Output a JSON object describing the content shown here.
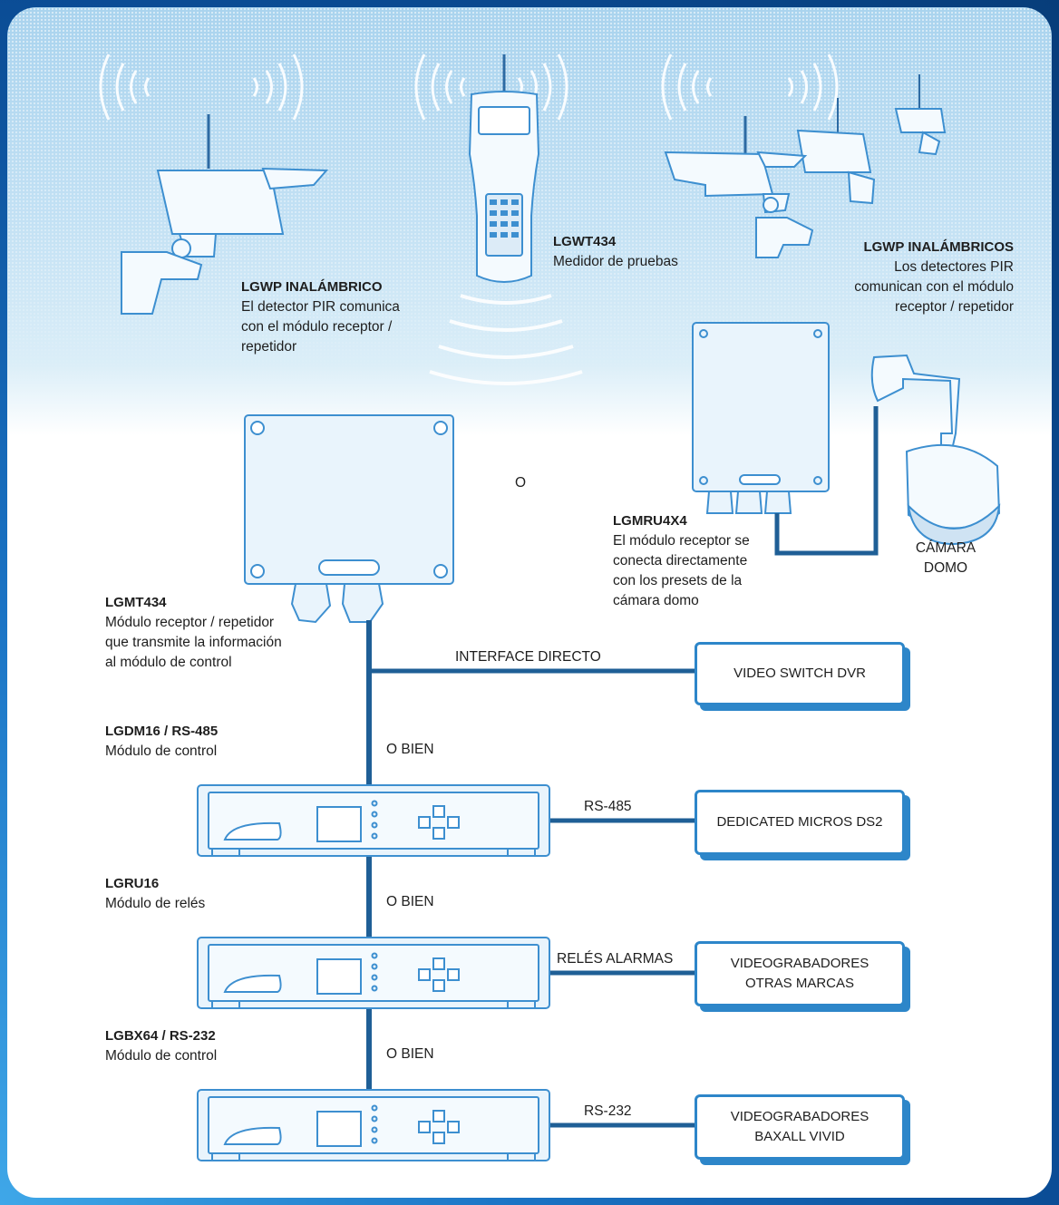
{
  "devices": {
    "lgwp_single": {
      "title": "LGWP INALÁMBRICO",
      "text": "El detector PIR comunica\ncon el módulo receptor /\nrepetidor"
    },
    "lgwt434": {
      "title": "LGWT434",
      "text": "Medidor de pruebas"
    },
    "lgwp_multi": {
      "title": "LGWP INALÁMBRICOS",
      "text": "Los detectores PIR\ncomunican con el módulo\nreceptor / repetidor"
    },
    "lgmru4x4": {
      "title": "LGMRU4X4",
      "text": "El módulo receptor se\nconecta directamente\ncon los presets de la\ncámara domo"
    },
    "camara": {
      "text": "CÁMARA\nDOMO"
    },
    "lgmt434": {
      "title": "LGMT434",
      "text": "Módulo receptor / repetidor\nque transmite la información\nal módulo de control"
    },
    "lgdm16": {
      "title": "LGDM16 / RS-485",
      "text": "Módulo de control"
    },
    "lgru16": {
      "title": "LGRU16",
      "text": "Módulo de relés"
    },
    "lgbx64": {
      "title": "LGBX64 / RS-232",
      "text": "Módulo de control"
    }
  },
  "or_label": "O",
  "o_bien": [
    "O BIEN",
    "O BIEN",
    "O BIEN"
  ],
  "connections": [
    {
      "wire": "INTERFACE DIRECTO",
      "target": "VIDEO SWITCH DVR"
    },
    {
      "wire": "RS-485",
      "target": "DEDICATED MICROS DS2"
    },
    {
      "wire": "RELÉS ALARMAS",
      "target": "VIDEOGRABADORES\nOTRAS MARCAS"
    },
    {
      "wire": "RS-232",
      "target": "VIDEOGRABADORES\nBAXALL VIVID"
    }
  ],
  "colors": {
    "line": "#1f5f96",
    "device_stroke": "#3d8fd0",
    "device_fill": "#e9f4fc",
    "frame": "#0b4d96"
  }
}
